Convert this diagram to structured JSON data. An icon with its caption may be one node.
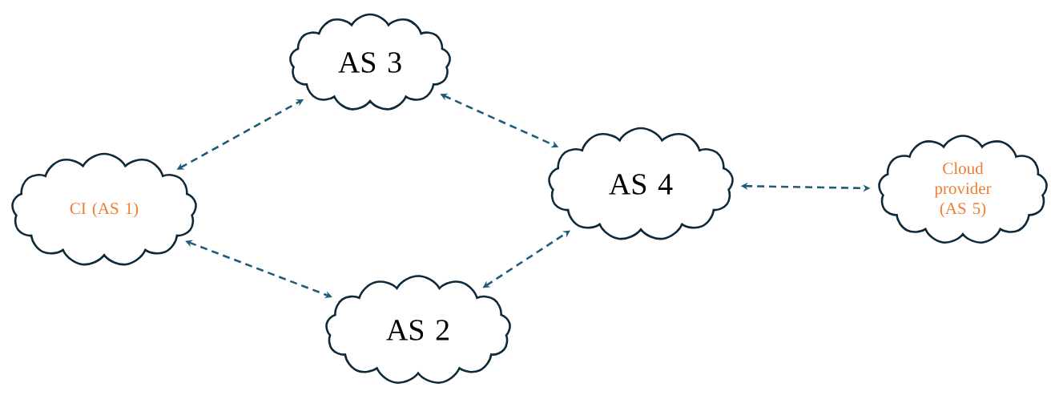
{
  "diagram": {
    "nodes": [
      {
        "text": [
          "AS 3"
        ]
      },
      {
        "text": [
          "CI (AS 1)"
        ]
      },
      {
        "text": [
          "AS 4"
        ]
      },
      {
        "text": [
          "Cloud provider (AS 5)"
        ]
      },
      {
        "text": [
          "AS 2"
        ]
      }
    ],
    "edges": [
      {
        "from": 1,
        "to": 0,
        "arrow": "both",
        "style": "dashed"
      },
      {
        "from": 0,
        "to": 2,
        "arrow": "both",
        "style": "dashed"
      },
      {
        "from": 2,
        "to": 3,
        "arrow": "both",
        "style": "dashed"
      },
      {
        "from": 1,
        "to": 4,
        "arrow": "both",
        "style": "dashed"
      },
      {
        "from": 4,
        "to": 2,
        "arrow": "both",
        "style": "dashed"
      }
    ]
  }
}
